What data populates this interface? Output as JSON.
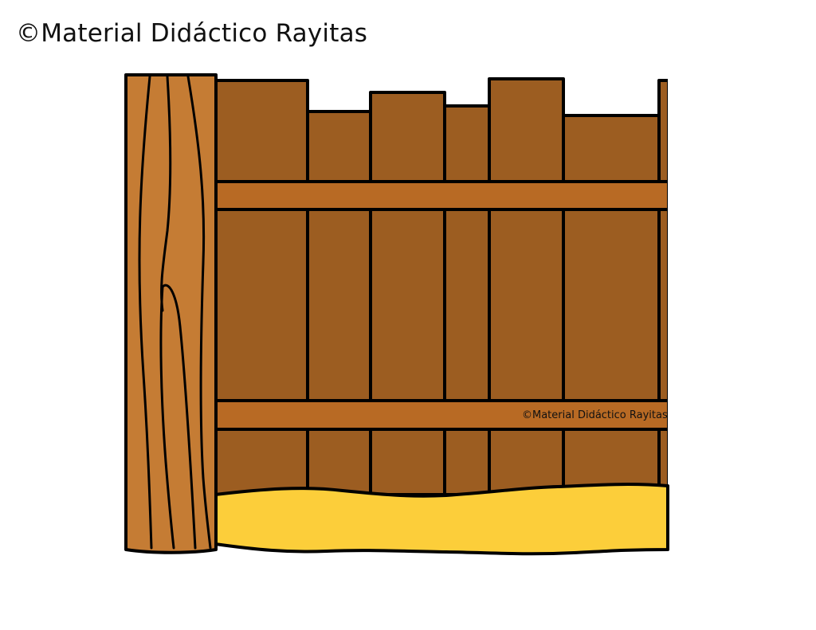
{
  "copyright": {
    "top_text": "©Material Didáctico Rayitas",
    "fence_text": "©Material Didáctico Rayitas"
  },
  "scene": {
    "subject": "wooden-fence",
    "colors": {
      "board": "#9C5D21",
      "rail": "#B86A24",
      "post": "#C57C34",
      "sand": "#FCCE3A",
      "outline": "#000000",
      "background": "#FFFFFF"
    }
  }
}
